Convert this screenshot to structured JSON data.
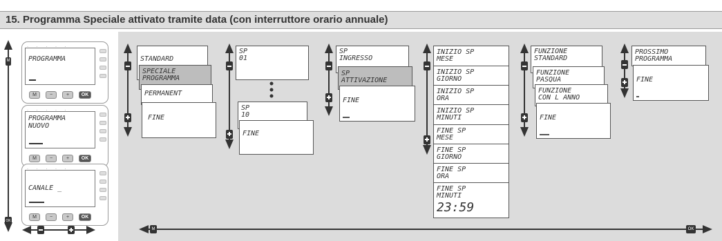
{
  "header": {
    "title": "15. Programma Speciale attivato tramite data (con interruttore orario annuale)"
  },
  "devices": [
    {
      "lcd": "PROGRAMMA"
    },
    {
      "lcd": "PROGRAMMA\nNUOVO"
    },
    {
      "lcd": "CANALE _"
    }
  ],
  "keys": {
    "m": "M",
    "minus": "−",
    "plus": "+",
    "ok": "OK"
  },
  "markers": {
    "m": "M",
    "ok": "OK",
    "minus": "−",
    "plus": "+"
  },
  "col1": {
    "standard": "STANDARD",
    "speciale": "SPECIALE\nPROGRAMMA",
    "permanent": "PERMANENT",
    "fine": "FINE"
  },
  "col2": {
    "sp01": "SP\n01",
    "sp10": "SP\n10",
    "fine": "FINE"
  },
  "col3": {
    "ingresso": "SP\nINGRESSO",
    "attivazione": "SP\nATTIVAZIONE",
    "fine": "FINE"
  },
  "col4": [
    "INIZIO SP\nMESE",
    "INIZIO SP\nGIORNO",
    "INIZIO SP\nORA",
    "INIZIO SP\nMINUTI",
    "FINE SP\nMESE",
    "FINE SP\nGIORNO",
    "FINE SP\nORA",
    "FINE SP\nMINUTI"
  ],
  "col4_time": "23:59",
  "col5": {
    "standard": "FUNZIONE\nSTANDARD",
    "pasqua": "FUNZIONE\nPASQUA",
    "anno": "FUNZIONE\nCON L ANNO",
    "fine": "FINE"
  },
  "col6": {
    "prossimo": "PROSSIMO\nPROGRAMMA",
    "fine": "FINE"
  }
}
